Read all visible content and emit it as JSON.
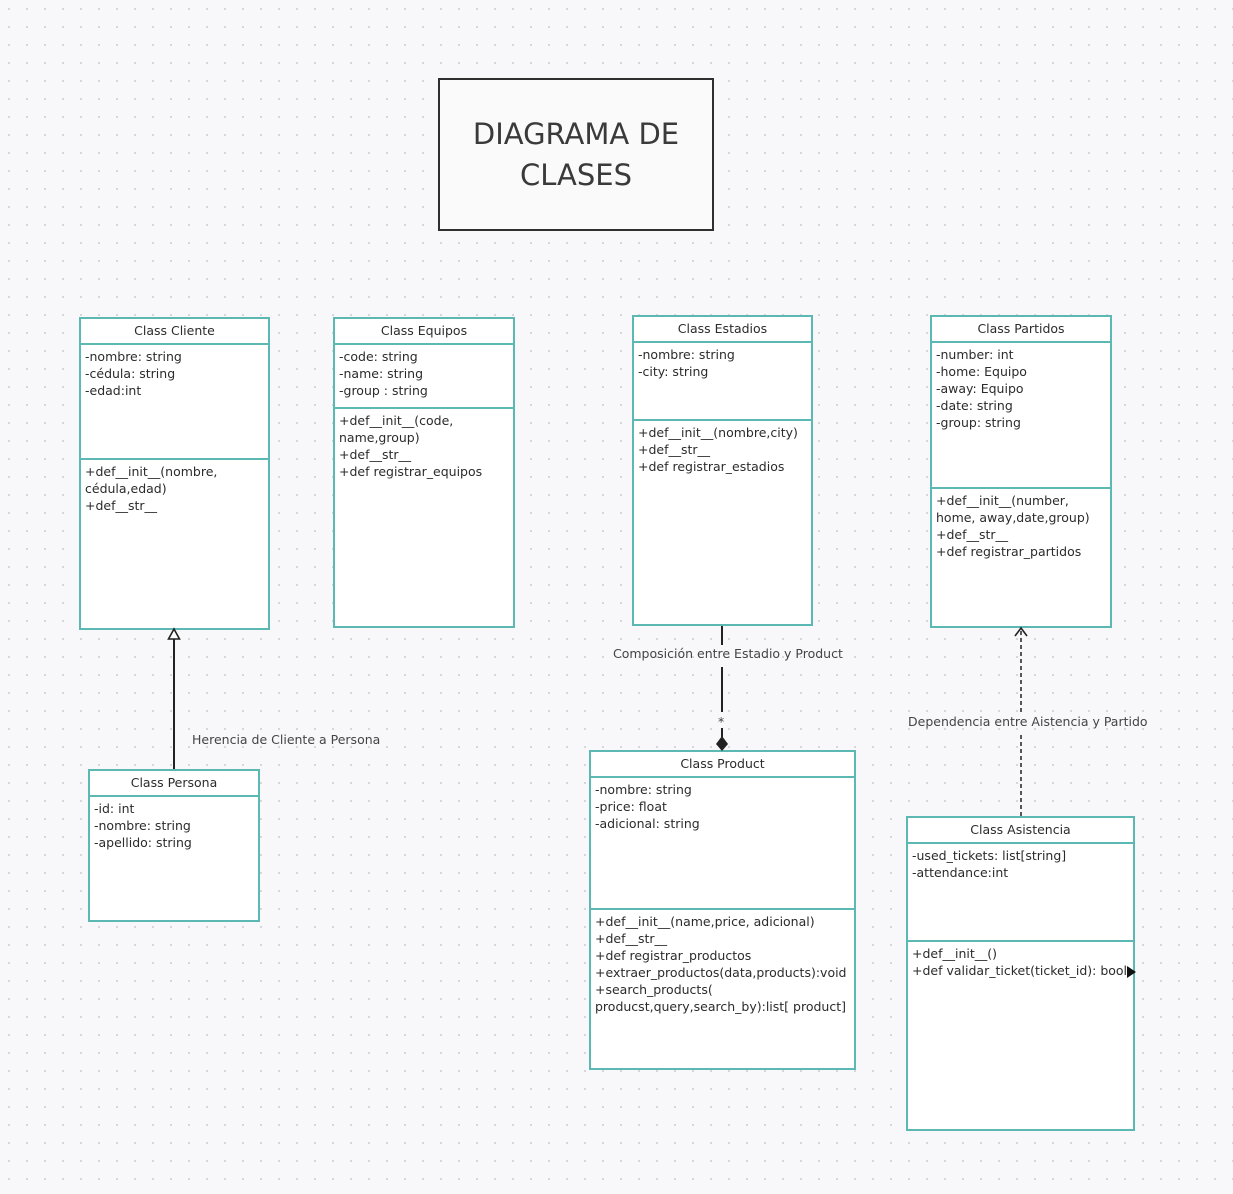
{
  "title": {
    "line1": "DIAGRAMA DE",
    "line2": "CLASES"
  },
  "classes": {
    "cliente": {
      "name": "Class Cliente",
      "attributes": [
        "-nombre: string",
        "-cédula: string",
        "-edad:int"
      ],
      "operations": [
        "+def__init__(nombre,",
        "cédula,edad)",
        "+def__str__"
      ]
    },
    "equipos": {
      "name": "Class Equipos",
      "attributes": [
        "-code: string",
        "-name: string",
        "-group : string"
      ],
      "operations": [
        "+def__init__(code,",
        "name,group)",
        "+def__str__",
        "+def registrar_equipos"
      ]
    },
    "estadios": {
      "name": "Class Estadios",
      "attributes": [
        "-nombre: string",
        "-city: string"
      ],
      "operations": [
        "+def__init__(nombre,city)",
        "+def__str__",
        "+def registrar_estadios"
      ]
    },
    "partidos": {
      "name": "Class Partidos",
      "attributes": [
        "-number: int",
        "-home: Equipo",
        "-away: Equipo",
        "-date: string",
        "-group: string"
      ],
      "operations": [
        "+def__init__(number,",
        "home, away,date,group)",
        "+def__str__",
        "+def registrar_partidos"
      ]
    },
    "persona": {
      "name": "Class Persona",
      "attributes": [
        "-id: int",
        "-nombre: string",
        "-apellido: string"
      ],
      "operations": []
    },
    "product": {
      "name": "Class Product",
      "attributes": [
        "-nombre: string",
        "-price: float",
        "-adicional: string"
      ],
      "operations": [
        "+def__init__(name,price, adicional)",
        "+def__str__",
        "+def registrar_productos",
        "+extraer_productos(data,products):void",
        "+search_products(",
        "producst,query,search_by):list[ product]"
      ]
    },
    "asistencia": {
      "name": "Class Asistencia",
      "attributes": [
        "-used_tickets: list[string]",
        "-attendance:int"
      ],
      "operations": [
        "+def__init__()",
        "+def validar_ticket(ticket_id): bool"
      ]
    }
  },
  "relations": {
    "herencia": "Herencia de Cliente a Persona",
    "composicion": "Composición entre Estadio y Product",
    "composicion_multiplicity": "*",
    "dependencia": "Dependencia entre Aistencia y Partido"
  },
  "colors": {
    "class_border": "#5bb8b2",
    "line": "#222222"
  }
}
